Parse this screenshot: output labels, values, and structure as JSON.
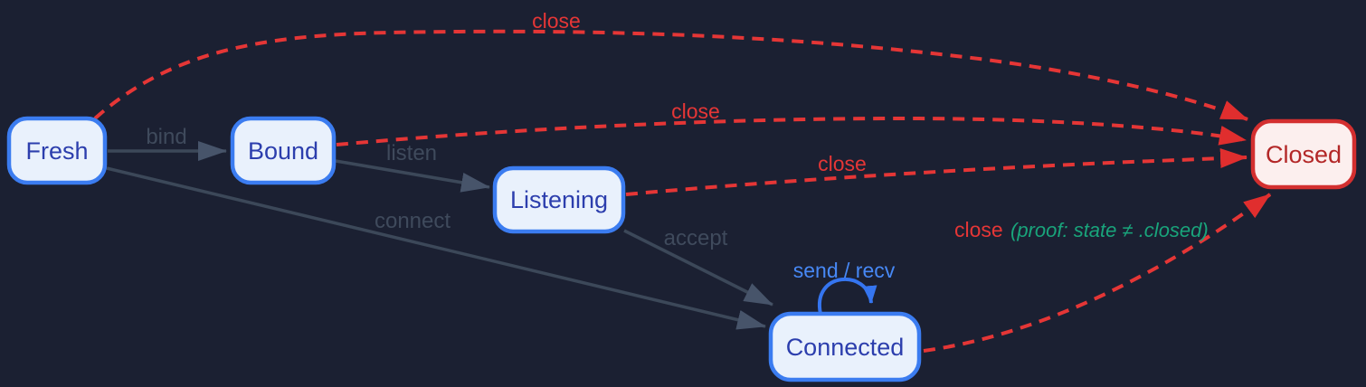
{
  "diagram": {
    "type": "state-machine",
    "nodes": [
      {
        "id": "fresh",
        "label": "Fresh"
      },
      {
        "id": "bound",
        "label": "Bound"
      },
      {
        "id": "listening",
        "label": "Listening"
      },
      {
        "id": "connected",
        "label": "Connected"
      },
      {
        "id": "closed",
        "label": "Closed"
      }
    ],
    "edges": [
      {
        "from": "Fresh",
        "to": "Bound",
        "label": "bind",
        "style": "solid-gray"
      },
      {
        "from": "Bound",
        "to": "Listening",
        "label": "listen",
        "style": "solid-gray"
      },
      {
        "from": "Fresh",
        "to": "Connected",
        "label": "connect",
        "style": "solid-gray"
      },
      {
        "from": "Listening",
        "to": "Connected",
        "label": "accept",
        "style": "solid-gray"
      },
      {
        "from": "Connected",
        "to": "Connected",
        "label": "send / recv",
        "style": "solid-blue-selfloop"
      },
      {
        "from": "Fresh",
        "to": "Closed",
        "label": "close",
        "style": "dashed-red"
      },
      {
        "from": "Bound",
        "to": "Closed",
        "label": "close",
        "style": "dashed-red"
      },
      {
        "from": "Listening",
        "to": "Closed",
        "label": "close",
        "style": "dashed-red"
      },
      {
        "from": "Connected",
        "to": "Closed",
        "label": "close",
        "annotation": "(proof: state ≠ .closed)",
        "style": "dashed-red"
      }
    ],
    "colors": {
      "background": "#1b2032",
      "state_fill": "#e9f1fc",
      "state_border": "#3b7cf0",
      "state_text": "#2c3ead",
      "closed_fill": "#fcefee",
      "closed_border": "#d32f2f",
      "closed_text": "#b32727",
      "close_edge_red": "#e53636",
      "transition_gray": "#3f4a5c",
      "loop_blue": "#4788f5",
      "proof_green": "#19a47b"
    }
  }
}
